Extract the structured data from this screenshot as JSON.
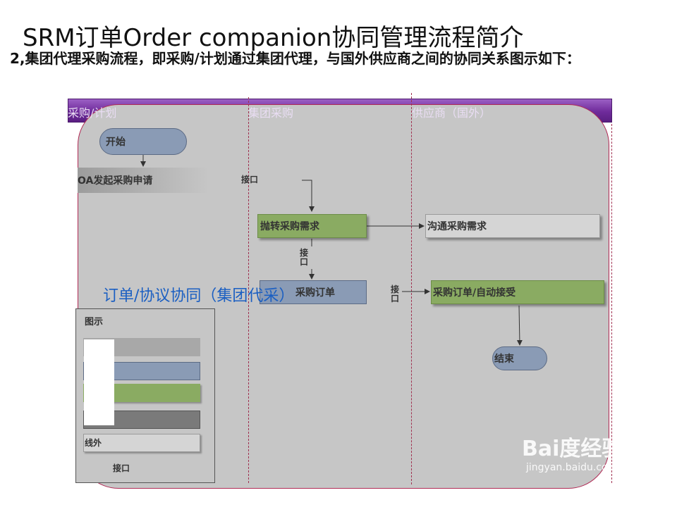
{
  "title": "SRM订单Order companion协同管理流程简介",
  "subtitle": "2,集团代理采购流程，即采购/计划通过集团代理，与国外供应商之间的协同关系图示如下：",
  "lanes": [
    "采购/计划",
    "集团采购",
    "供应商（国外）"
  ],
  "nodes": {
    "start": "开始",
    "oa_request": "OA发起采购申请",
    "transfer_demand": "抛转采购需求",
    "communicate_demand": "沟通采购需求",
    "purchase_order": "采购订单",
    "po_auto_accept": "采购订单/自动接受",
    "end": "结束"
  },
  "interface_labels": {
    "iface1": "接口",
    "iface2": "接口",
    "iface3": "接口"
  },
  "overlay_text": "订单/协议协同（集团代采）",
  "legend": {
    "title": "图示",
    "offline": "线外",
    "interface": "接口"
  },
  "watermark": {
    "brand": "Bai度经验",
    "url": "jingyan.baidu.com"
  },
  "colors": {
    "header": "#6f2b9b",
    "canvas": "#c6c6c6",
    "green": "#8aab62",
    "blue": "#8a9bb5",
    "overlay": "#1b5fc2"
  }
}
